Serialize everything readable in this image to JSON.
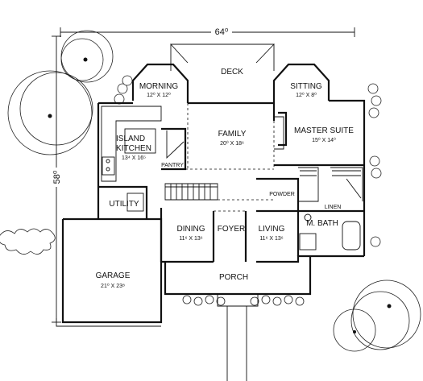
{
  "dimensions": {
    "width": "64⁰",
    "depth": "58⁰"
  },
  "rooms": {
    "deck": {
      "name": "DECK"
    },
    "morning": {
      "name": "MORNING",
      "size": "12⁰ X 12⁰"
    },
    "sitting": {
      "name": "SITTING",
      "size": "12⁰ X 8⁰"
    },
    "island": {
      "name": "ISLAND"
    },
    "kitchen": {
      "name": "KITCHEN",
      "size": "13⁴ X 16⁵"
    },
    "pantry": {
      "name": "PANTRY"
    },
    "family": {
      "name": "FAMILY",
      "size": "20⁰ X 18⁶"
    },
    "master_suite": {
      "name": "MASTER SUITE",
      "size": "15⁰ X 14⁰"
    },
    "utility": {
      "name": "UTILITY"
    },
    "powder": {
      "name": "POWDER"
    },
    "linen": {
      "name": "LINEN"
    },
    "m_bath": {
      "name": "M. BATH"
    },
    "dining": {
      "name": "DINING",
      "size": "11⁶ X 13⁶"
    },
    "foyer": {
      "name": "FOYER"
    },
    "living": {
      "name": "LIVING",
      "size": "11⁶ X 13⁶"
    },
    "garage": {
      "name": "GARAGE",
      "size": "21⁰ X 23⁸"
    },
    "porch": {
      "name": "PORCH"
    }
  }
}
